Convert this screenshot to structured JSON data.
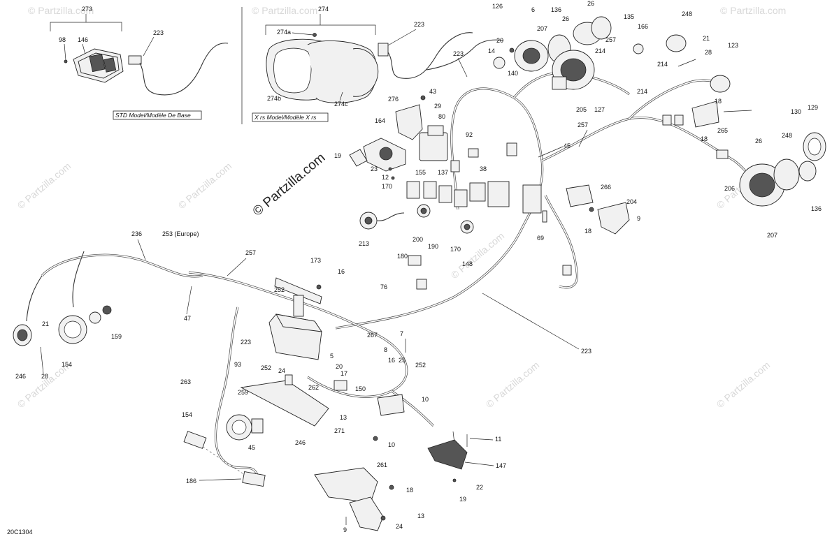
{
  "diagram": {
    "drawing_code": "20C1304",
    "watermark": "© Partzilla.com",
    "std_model_caption": "STD Model/Modèle De Base",
    "xrs_model_caption": "X rs Model/Modèle X rs",
    "callouts": {
      "c273": "273",
      "c98": "98",
      "c146": "146",
      "c223a": "223",
      "c274": "274",
      "c274a": "274a",
      "c274b": "274b",
      "c274c": "274c",
      "c223b": "223",
      "c223c": "223",
      "c126": "126",
      "c6": "6",
      "c136a": "136",
      "c26a": "26",
      "c135": "135",
      "c207a": "207",
      "c26b": "26",
      "c20": "20",
      "c14": "14",
      "c140": "140",
      "c214a": "214",
      "c257a": "257",
      "c166": "166",
      "c248a": "248",
      "c21a": "21",
      "c28a": "28",
      "c123": "123",
      "c214b": "214",
      "c214c": "214",
      "c205": "205",
      "c127": "127",
      "c18a": "18",
      "c265": "265",
      "c18b": "18",
      "c276": "276",
      "c43": "43",
      "c29": "29",
      "c80": "80",
      "c164": "164",
      "c92": "92",
      "c19a": "19",
      "c23": "23",
      "c12": "12",
      "c38": "38",
      "c45a": "45",
      "c257b": "257",
      "c130": "130",
      "c129": "129",
      "c26c": "26",
      "c248b": "248",
      "c206": "206",
      "c136b": "136",
      "c207b": "207",
      "c155": "155",
      "c137": "137",
      "c170a": "170",
      "c266": "266",
      "c204": "204",
      "c9a": "9",
      "c18c": "18",
      "c69": "69",
      "c213": "213",
      "c200": "200",
      "c190": "190",
      "c170b": "170",
      "c148": "148",
      "c236": "236",
      "c253": "253 (Europe)",
      "c257c": "257",
      "c173": "173",
      "c16a": "16",
      "c180": "180",
      "c76": "76",
      "c252a": "252",
      "c47": "47",
      "c21b": "21",
      "c159": "159",
      "c246a": "246",
      "c28b": "28",
      "c154a": "154",
      "c223d": "223",
      "c93": "93",
      "c252b": "252",
      "c24a": "24",
      "c8": "8",
      "c267": "267",
      "c7": "7",
      "c223e": "223",
      "c5": "5",
      "c20b": "20",
      "c17": "17",
      "c16b": "16",
      "c25": "25",
      "c252c": "252",
      "c263": "263",
      "c259": "259",
      "c262": "262",
      "c150": "150",
      "c10a": "10",
      "c13a": "13",
      "c154b": "154",
      "c271": "271",
      "c246b": "246",
      "c45b": "45",
      "c10b": "10",
      "c11": "11",
      "c147": "147",
      "c186": "186",
      "c261": "261",
      "c18d": "18",
      "c22": "22",
      "c19b": "19",
      "c9b": "9",
      "c24b": "24",
      "c13b": "13"
    }
  }
}
